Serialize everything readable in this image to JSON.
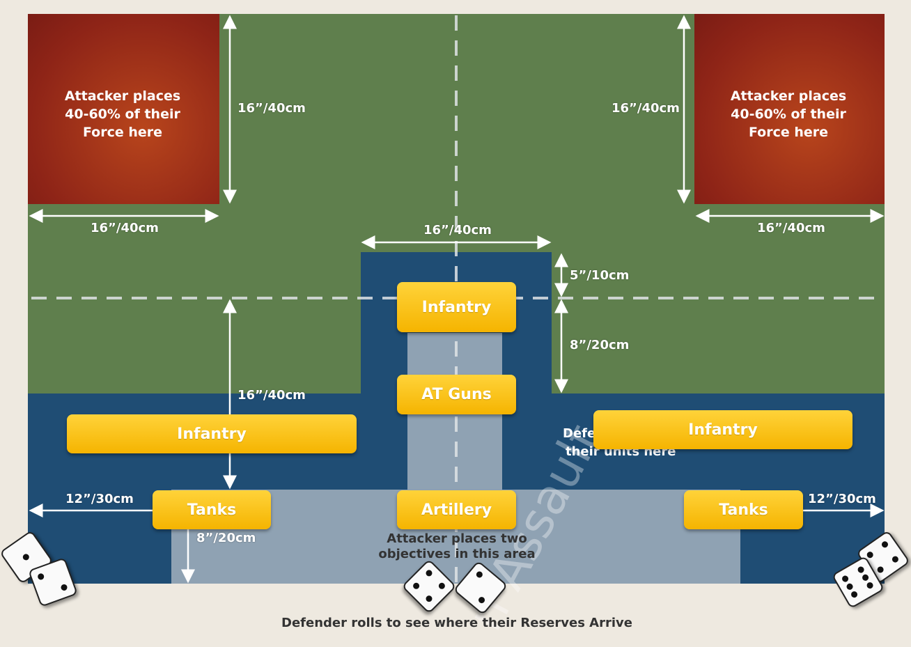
{
  "zones": {
    "attacker_left": [
      "Attacker places",
      "40-60% of their",
      "Force here"
    ],
    "attacker_right": [
      "Attacker places",
      "40-60% of their",
      "Force here"
    ],
    "defender": [
      "Defe",
      "their units here"
    ],
    "objectives": [
      "Attacker places two",
      "objectives in this area"
    ]
  },
  "dimensions": {
    "left_vertical": "16”/40cm",
    "right_vertical": "16”/40cm",
    "left_horizontal": "16”/40cm",
    "right_horizontal": "16”/40cm",
    "center_horizontal": "16”/40cm",
    "center_5": "5”/10cm",
    "center_8": "8”/20cm",
    "defender_depth": "16”/40cm",
    "left_12": "12”/30cm",
    "right_12": "12”/30cm",
    "left_8": "8”/20cm"
  },
  "labels": {
    "infantry_center": "Infantry",
    "at_guns": "AT Guns",
    "infantry_left": "Infantry",
    "infantry_right": "Infantry",
    "tanks_left": "Tanks",
    "artillery": "Artillery",
    "tanks_right": "Tanks"
  },
  "footer": "Defender rolls to see where their Reserves Arrive",
  "watermark": "n Assault",
  "colors": {
    "label": "#f5b400",
    "attacker": "#8e2417",
    "defender": "#1f4d74",
    "field": "#5f7f4d"
  }
}
